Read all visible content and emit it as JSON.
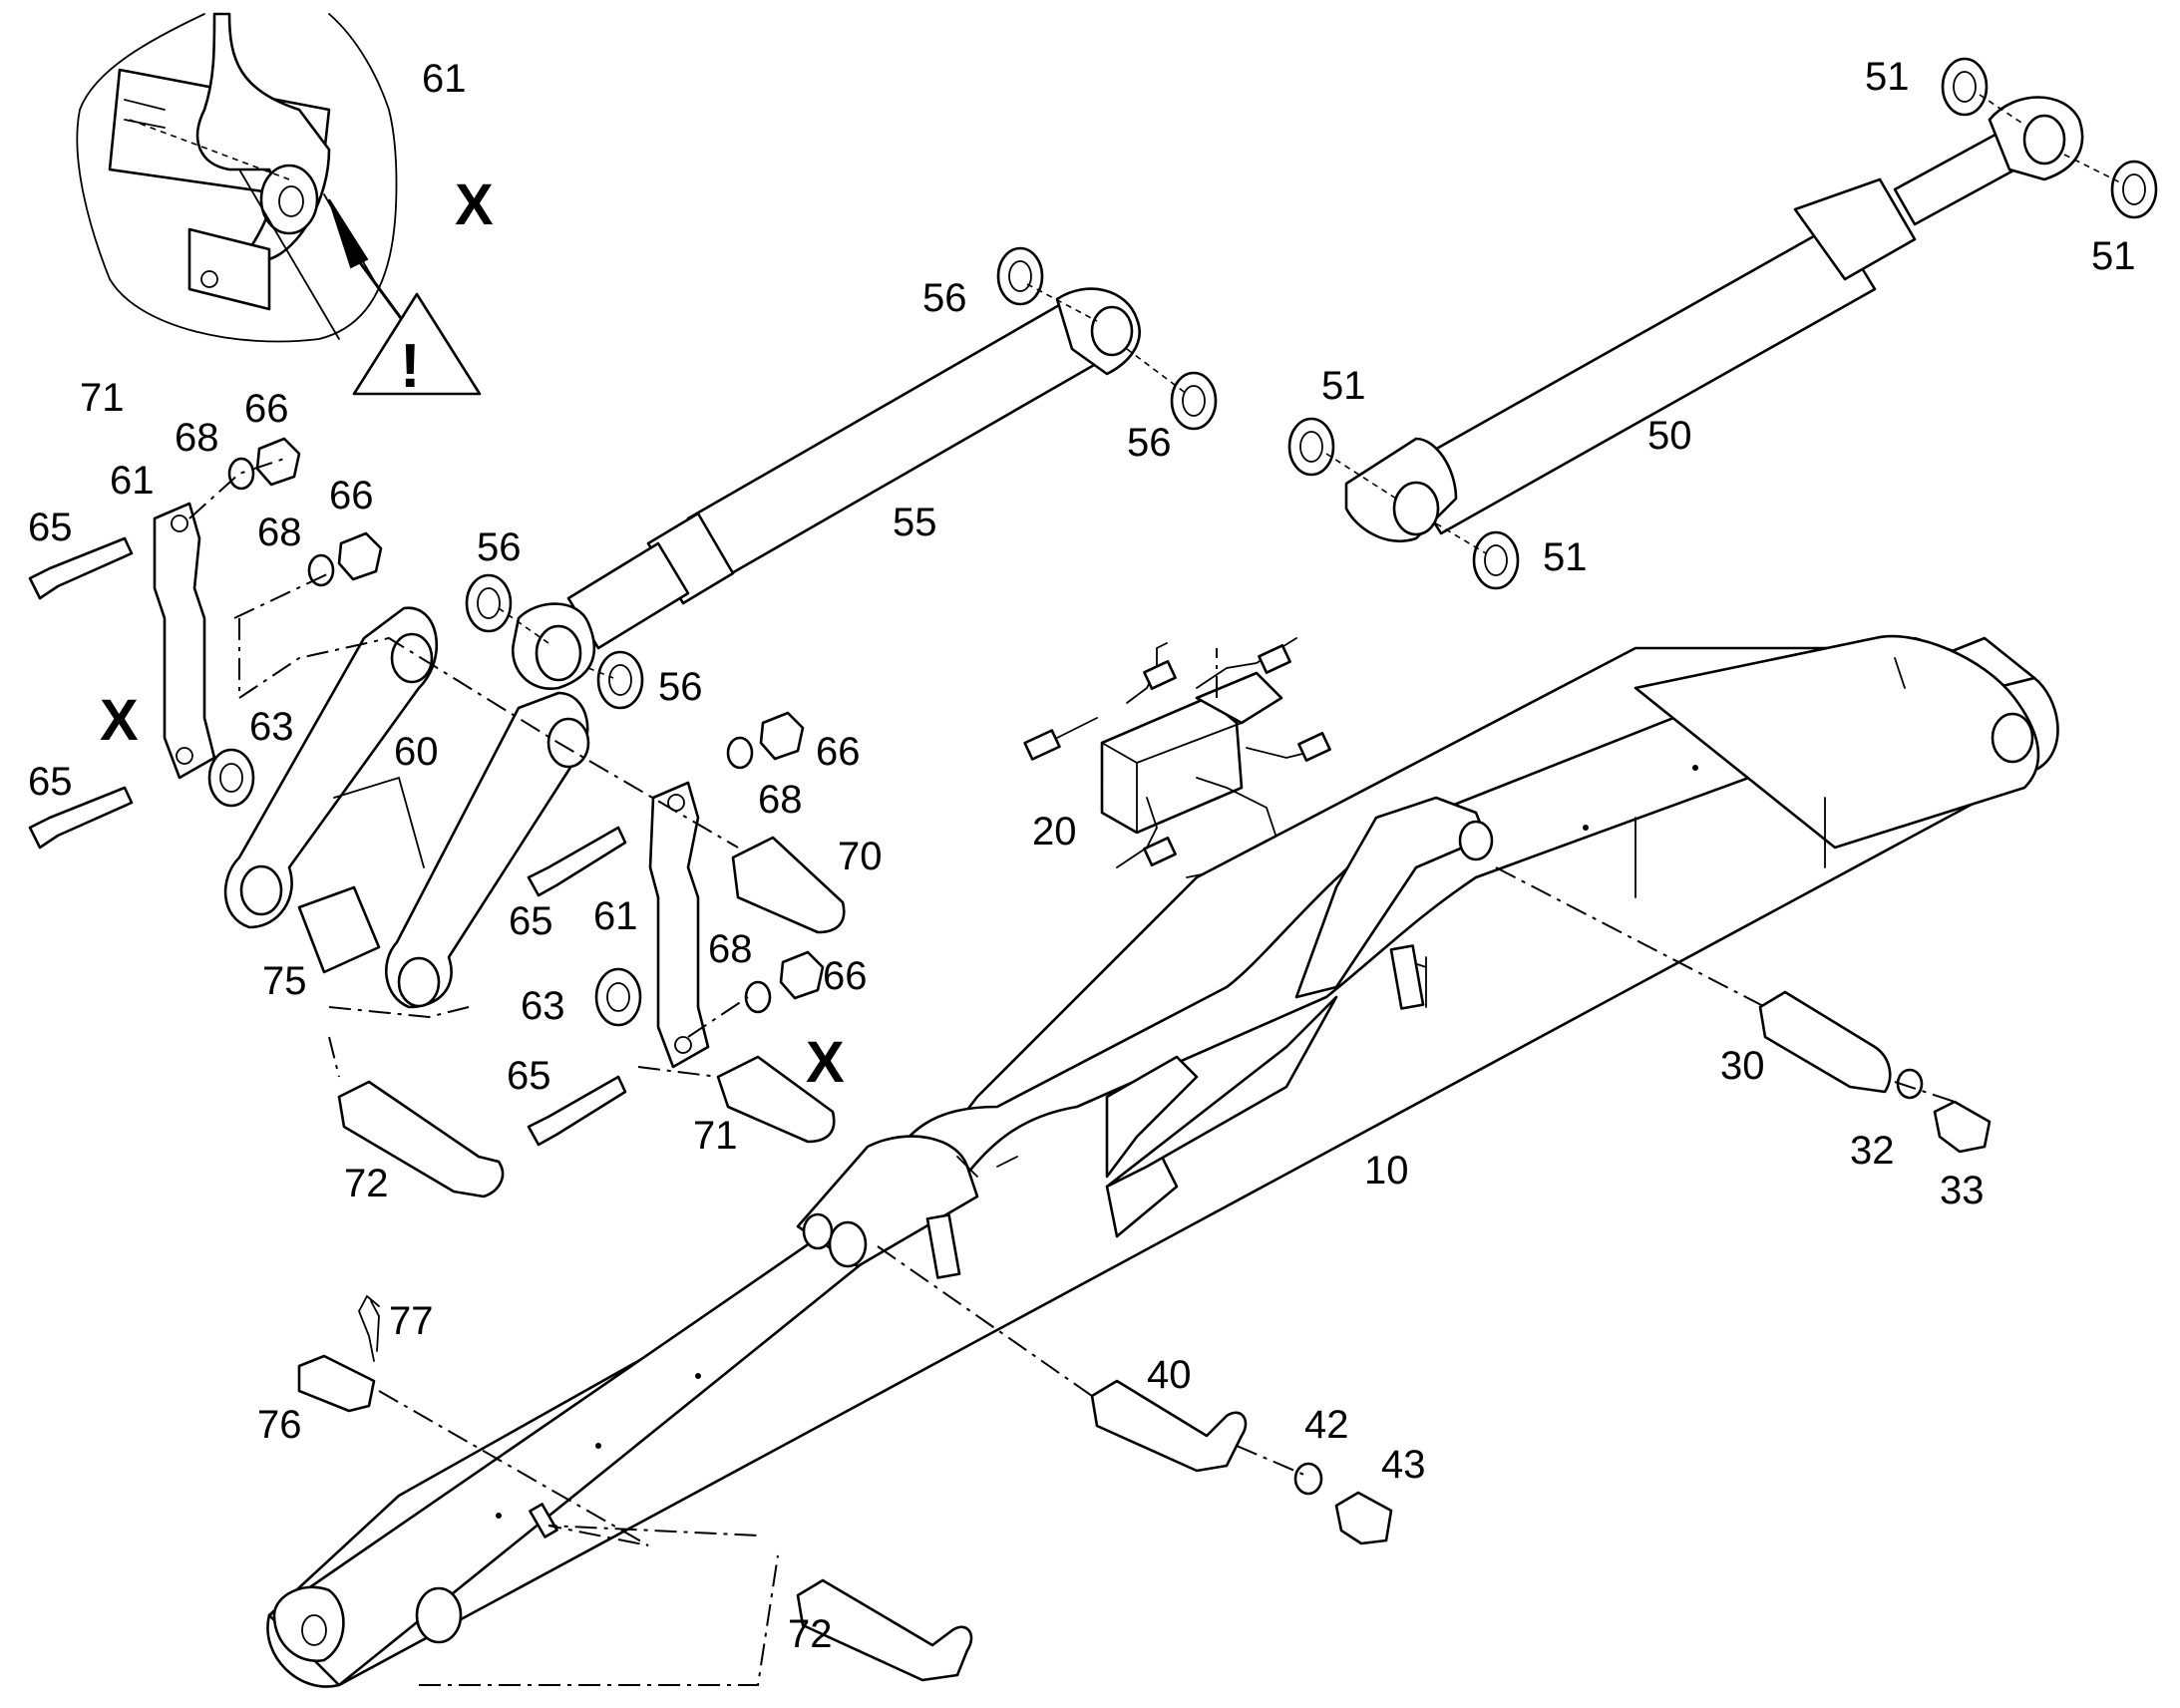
{
  "labels": {
    "p10": "10",
    "p20": "20",
    "p30": "30",
    "p32": "32",
    "p33": "33",
    "p40": "40",
    "p42": "42",
    "p43": "43",
    "p50": "50",
    "p51a": "51",
    "p51b": "51",
    "p51c": "51",
    "p51d": "51",
    "p55": "55",
    "p56a": "56",
    "p56b": "56",
    "p56c": "56",
    "p56d": "56",
    "p60": "60",
    "p61a": "61",
    "p61b": "61",
    "p61c": "61",
    "p63a": "63",
    "p63b": "63",
    "p65a": "65",
    "p65b": "65",
    "p65c": "65",
    "p65d": "65",
    "p66a": "66",
    "p66b": "66",
    "p66c": "66",
    "p66d": "66",
    "p68a": "68",
    "p68b": "68",
    "p68c": "68",
    "p68d": "68",
    "p70": "70",
    "p71a": "71",
    "p71b": "71",
    "p72a": "72",
    "p72b": "72",
    "p75": "75",
    "p76": "76",
    "p77": "77"
  },
  "markers": {
    "detail_x_top": "X",
    "detail_x_left": "X",
    "detail_x_mid": "X"
  },
  "icons": {
    "warning": "warning-triangle-icon"
  }
}
